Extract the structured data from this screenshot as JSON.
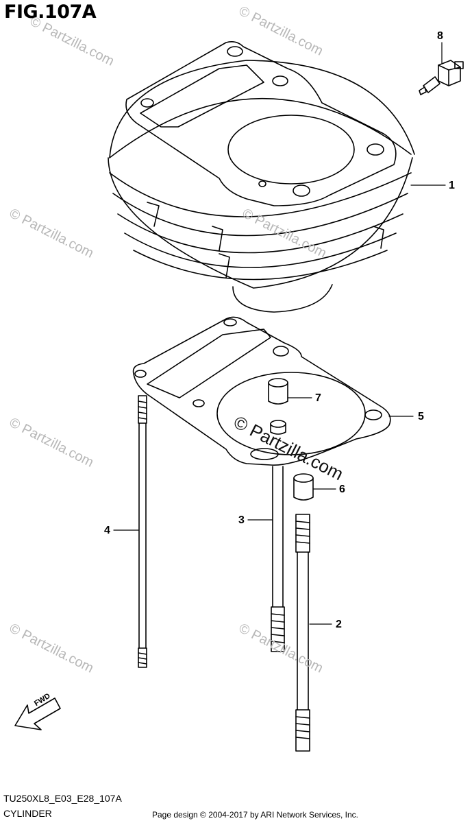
{
  "figure": {
    "title": "FIG.107A",
    "model_code": "TU250XL8_E03_E28_107A",
    "section_name": "CYLINDER",
    "page_credit": "Page design © 2004-2017 by ARI Network Services, Inc.",
    "fwd_label": "FWD"
  },
  "callouts": [
    "1",
    "2",
    "3",
    "4",
    "5",
    "6",
    "7",
    "8"
  ],
  "watermark": {
    "text": "© Partzilla.com"
  },
  "colors": {
    "line": "#000000",
    "watermark": "#b8b8b8",
    "background": "#ffffff"
  }
}
